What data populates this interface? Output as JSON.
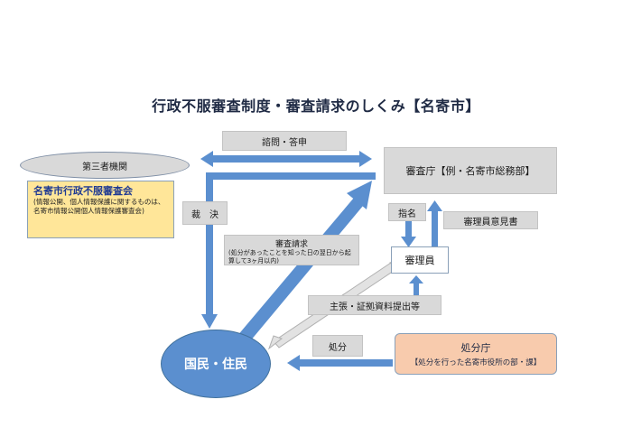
{
  "title": "行政不服審査制度・審査請求のしくみ【名寄市】",
  "nodes": {
    "third_party": "第三者機関",
    "council_name": "名寄市行政不服審査会",
    "council_desc": "(情報公開、個人情報保護に関するものは、名寄市情報公開個人情報保護審査会)",
    "review_agency": "審査庁【例・名寄市総務部】",
    "reviewer": "審理員",
    "citizen": "国民・住民",
    "disposition_agency": "処分庁",
    "disposition_agency_desc": "【処分を行った名寄市役所の部・課】"
  },
  "labels": {
    "inquiry": "諮問・答申",
    "decision": "裁　決",
    "appoint": "指名",
    "reviewer_opinion": "審理員意見書",
    "request": "審査請求",
    "request_desc": "(処分があったことを知った日の翌日から起算して3ヶ月以内)",
    "claims": "主張・証拠資料提出等",
    "disposition": "処分"
  },
  "colors": {
    "arrow_blue": "#5b8fcf",
    "citizen": "#5b8fcf",
    "council": "#ffe699",
    "agency": "#f8cbad",
    "label_grey": "#d9d9d9"
  }
}
